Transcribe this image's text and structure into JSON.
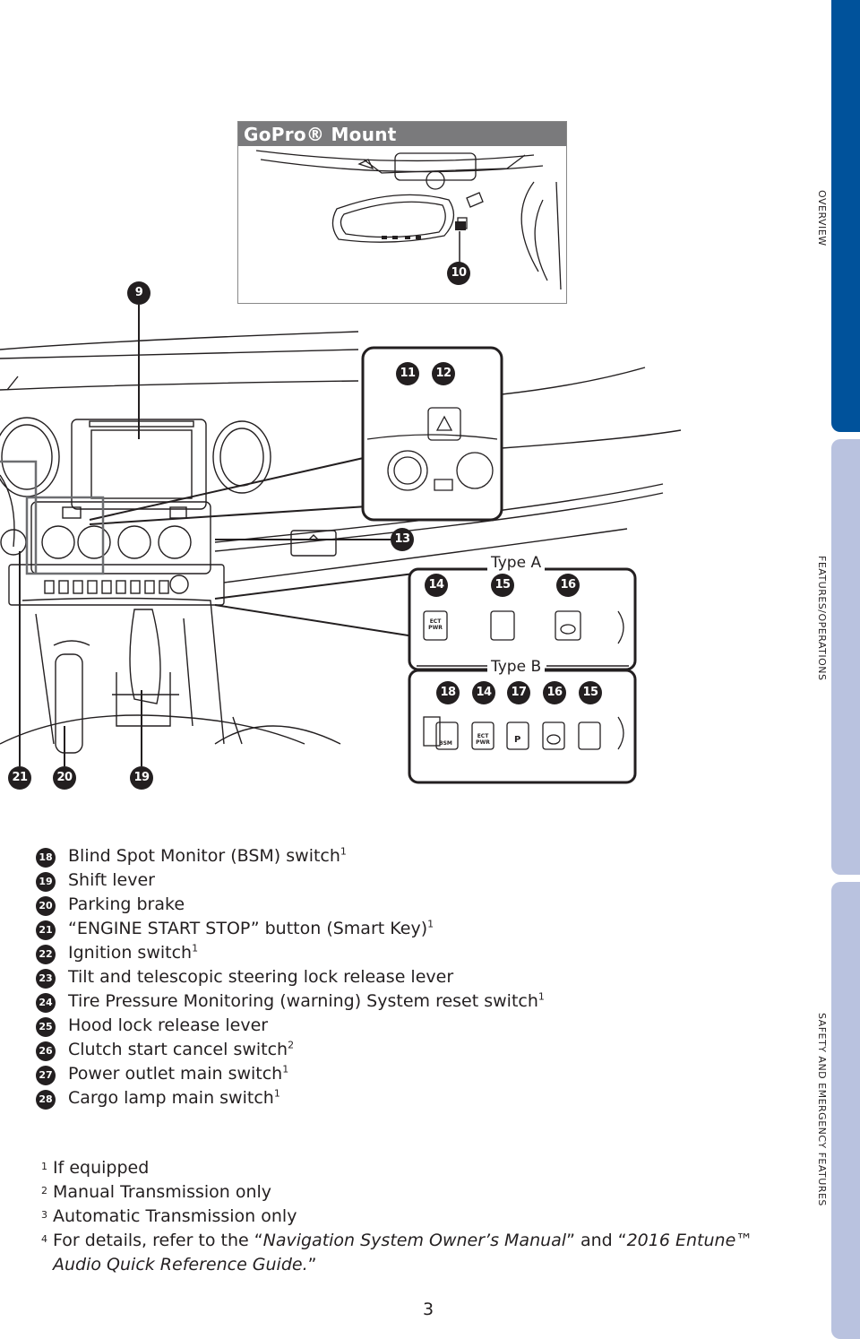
{
  "side_tabs": {
    "overview": "OVERVIEW",
    "features": "FEATURES/OPERATIONS",
    "safety": "SAFETY AND EMERGENCY FEATURES"
  },
  "gopro": {
    "title": "GoPro® Mount"
  },
  "callouts": {
    "c9": "9",
    "c10": "10",
    "c11": "11",
    "c12": "12",
    "c13": "13",
    "c14": "14",
    "c15": "15",
    "c16": "16",
    "c17": "17",
    "c18": "18",
    "c19": "19",
    "c20": "20",
    "c21": "21"
  },
  "panels": {
    "type_a": "Type A",
    "type_b": "Type B",
    "ect_line1": "ECT",
    "ect_line2": "PWR",
    "bsm_label": "BSM",
    "park_label": "P"
  },
  "legend": [
    {
      "num": "18",
      "text": "Blind Spot Monitor (BSM) switch",
      "sup": "1"
    },
    {
      "num": "19",
      "text": "Shift lever",
      "sup": ""
    },
    {
      "num": "20",
      "text": "Parking brake",
      "sup": ""
    },
    {
      "num": "21",
      "text": "“ENGINE START STOP” button (Smart Key)",
      "sup": "1"
    },
    {
      "num": "22",
      "text": "Ignition switch",
      "sup": "1"
    },
    {
      "num": "23",
      "text": "Tilt and telescopic steering lock release lever",
      "sup": ""
    },
    {
      "num": "24",
      "text": "Tire Pressure Monitoring (warning) System reset switch",
      "sup": "1"
    },
    {
      "num": "25",
      "text": "Hood lock release lever",
      "sup": ""
    },
    {
      "num": "26",
      "text": "Clutch start cancel switch",
      "sup": "2"
    },
    {
      "num": "27",
      "text": "Power outlet main switch",
      "sup": "1"
    },
    {
      "num": "28",
      "text": "Cargo lamp main switch",
      "sup": "1"
    }
  ],
  "notes": {
    "n1_num": "1",
    "n1_text": "If equipped",
    "n2_num": "2",
    "n2_text": "Manual Transmission only",
    "n3_num": "3",
    "n3_text": "Automatic Transmission only",
    "n4_num": "4",
    "n4_pre": "For details, refer to the “",
    "n4_title1": "Navigation System Owner’s Manual",
    "n4_mid": "” and “",
    "n4_title2": "2016 Entune™ Audio Quick Reference Guide.",
    "n4_post": "”"
  },
  "page_number": "3"
}
